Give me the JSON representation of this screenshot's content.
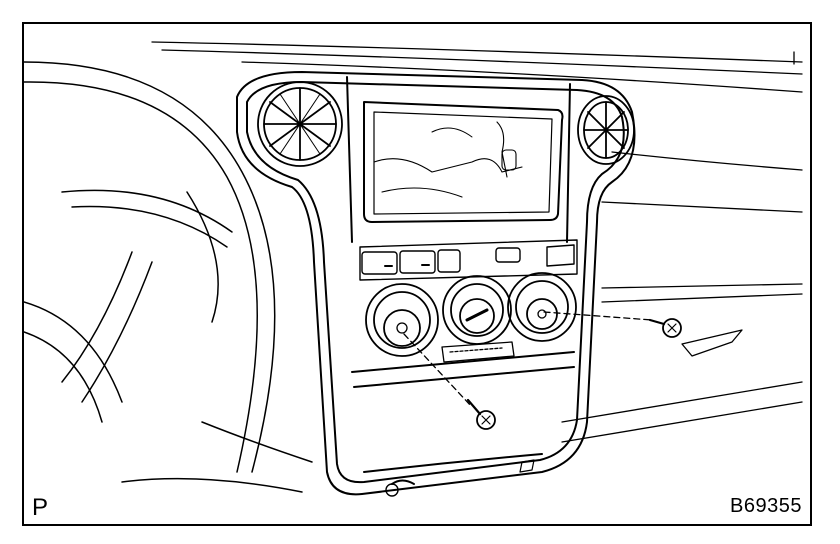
{
  "figure": {
    "corner_letter": "P",
    "figure_code": "B69355"
  },
  "parts": {
    "dashboard": "dashboard",
    "center-console": "center-console",
    "steering-wheel": "steering-wheel",
    "vent-left": "vent-icon",
    "vent-right": "vent-icon",
    "screen": "display-screen",
    "knobs": [
      "knob-left",
      "knob-center",
      "knob-right"
    ],
    "screws": [
      "screw-lower",
      "screw-right"
    ]
  }
}
